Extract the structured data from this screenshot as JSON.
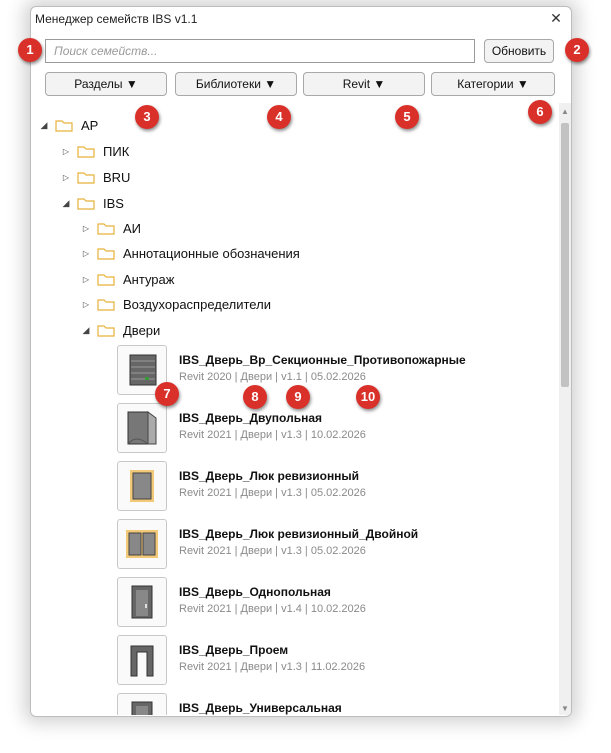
{
  "window": {
    "title": "Менеджер семейств IBS v1.1",
    "close_glyph": "✕"
  },
  "search": {
    "placeholder": "Поиск семейств..."
  },
  "refresh_label": "Обновить",
  "filters": [
    "Разделы ▼",
    "Библиотеки ▼",
    "Revit ▼",
    "Категории ▼"
  ],
  "tree": {
    "root": "АР",
    "children": [
      "ПИК",
      "BRU",
      "IBS"
    ],
    "ibs_children": [
      "АИ",
      "Аннотационные обозначения",
      "Антураж",
      "Воздухораспределители",
      "Двери"
    ]
  },
  "families": [
    {
      "name": "IBS_Дверь_Вр_Секционные_Противопожарные",
      "meta": "Revit 2020 | Двери | v1.1 | 05.02.2026"
    },
    {
      "name": "IBS_Дверь_Двупольная",
      "meta": "Revit 2021 | Двери | v1.3 | 10.02.2026"
    },
    {
      "name": "IBS_Дверь_Люк ревизионный",
      "meta": "Revit 2021 | Двери | v1.3 | 05.02.2026"
    },
    {
      "name": "IBS_Дверь_Люк ревизионный_Двойной",
      "meta": "Revit 2021 | Двери | v1.3 | 05.02.2026"
    },
    {
      "name": "IBS_Дверь_Однопольная",
      "meta": "Revit 2021 | Двери | v1.4 | 10.02.2026"
    },
    {
      "name": "IBS_Дверь_Проем",
      "meta": "Revit 2021 | Двери | v1.3 | 11.02.2026"
    },
    {
      "name": "IBS_Дверь_Универсальная",
      "meta": ""
    }
  ],
  "badges": [
    "1",
    "2",
    "3",
    "4",
    "5",
    "6",
    "7",
    "8",
    "9",
    "10"
  ],
  "colors": {
    "badge": "#d9302a",
    "folder": "#f6c955",
    "scroll_thumb": "#c2c2c2"
  },
  "icons": {
    "expanded": "◢",
    "collapsed": "▷",
    "scroll_up": "▲",
    "scroll_down": "▼"
  }
}
